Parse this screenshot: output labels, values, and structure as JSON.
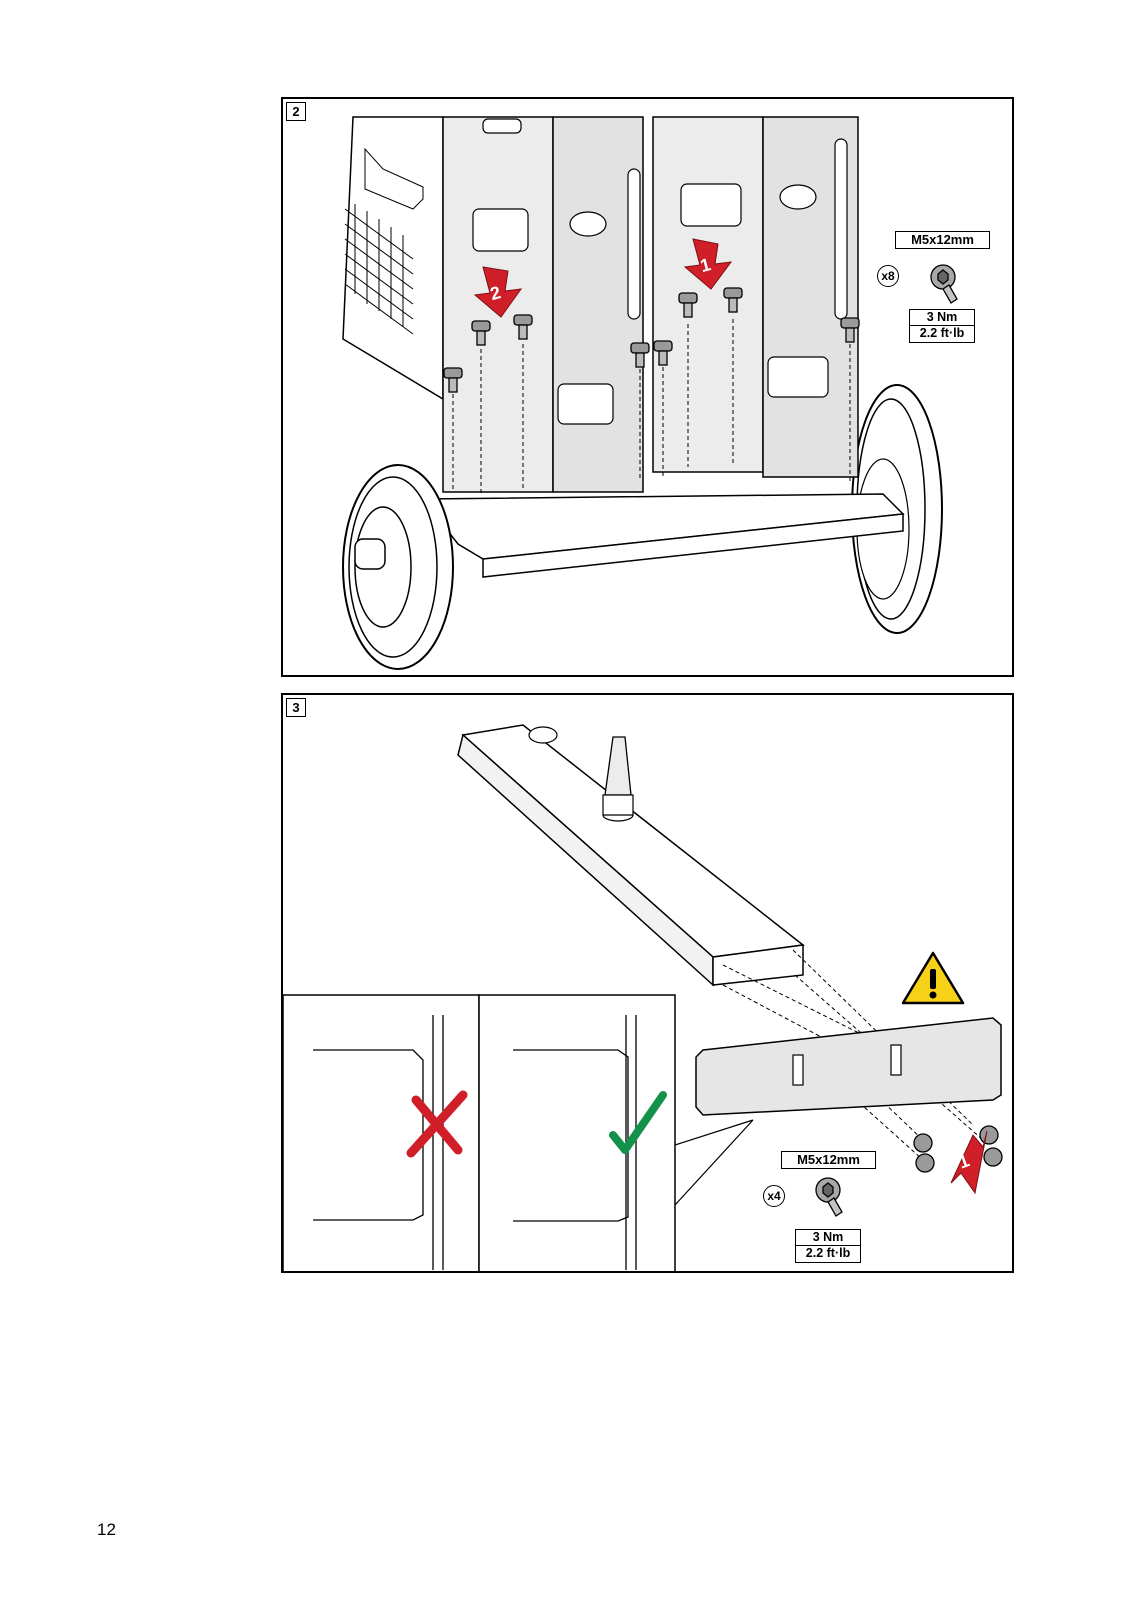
{
  "steps": [
    {
      "number": "2",
      "screw_spec": {
        "size": "M5x12mm",
        "count": "x8",
        "torque_nm": "3 Nm",
        "torque_ftlb": "2.2 ft·lb"
      },
      "sequence_arrows": [
        "1",
        "2"
      ]
    },
    {
      "number": "3",
      "screw_spec": {
        "size": "M5x12mm",
        "count": "x4",
        "torque_nm": "3 Nm",
        "torque_ftlb": "2.2 ft·lb"
      },
      "sequence_arrows": [
        "1"
      ]
    }
  ],
  "colors": {
    "arrow_red": "#d11f2a",
    "check_green": "#14914a",
    "warning_yellow": "#f7d117",
    "panel_gray": "#e6e6e6"
  },
  "icons": [
    "warning-triangle-icon",
    "incorrect-cross-icon",
    "correct-check-icon"
  ],
  "page_number": "12"
}
